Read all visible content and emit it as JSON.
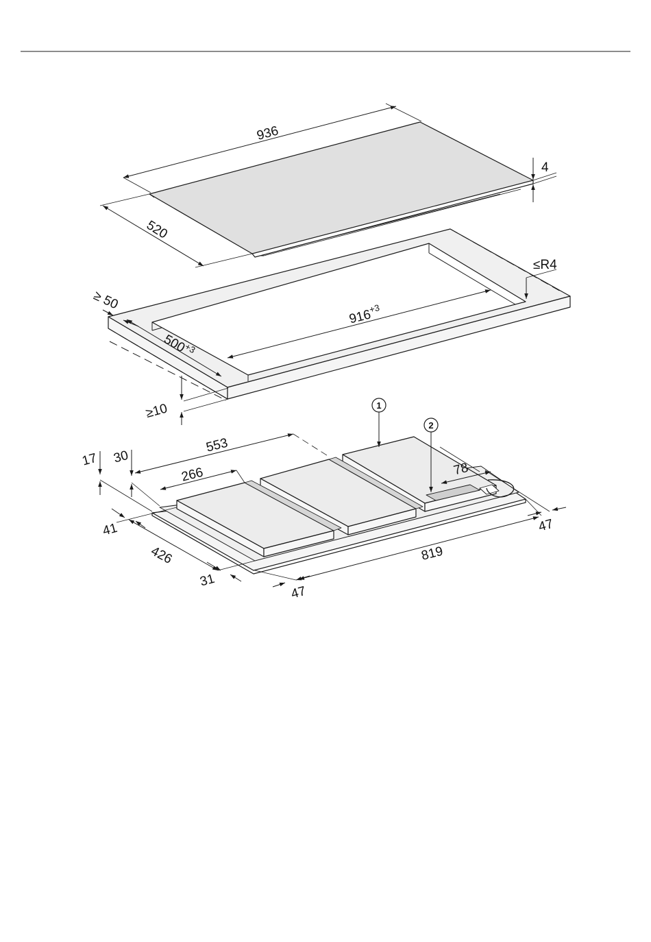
{
  "dimensions": {
    "glass_width": "936",
    "glass_depth": "520",
    "glass_thickness": "4",
    "corner_radius": "≤R4",
    "cutout_width_base": "916",
    "cutout_width_tol": "+3",
    "cutout_depth_base": "500",
    "cutout_depth_tol": "+3",
    "min_edge_distance": "≥ 50",
    "min_worktop_depth": "≥10",
    "unit_width_553": "553",
    "zone_width_266": "266",
    "height_17": "17",
    "height_30": "30",
    "offset_41": "41",
    "depth_426": "426",
    "offset_31": "31",
    "offset_47_front": "47",
    "length_819": "819",
    "offset_47_right": "47",
    "length_78": "78"
  },
  "callouts": {
    "one": "1",
    "two": "2"
  },
  "colors": {
    "line": "#1a1a1a",
    "glass_fill": "#e0e0e0",
    "frame_fill": "#f0f0f0",
    "background": "#ffffff"
  }
}
